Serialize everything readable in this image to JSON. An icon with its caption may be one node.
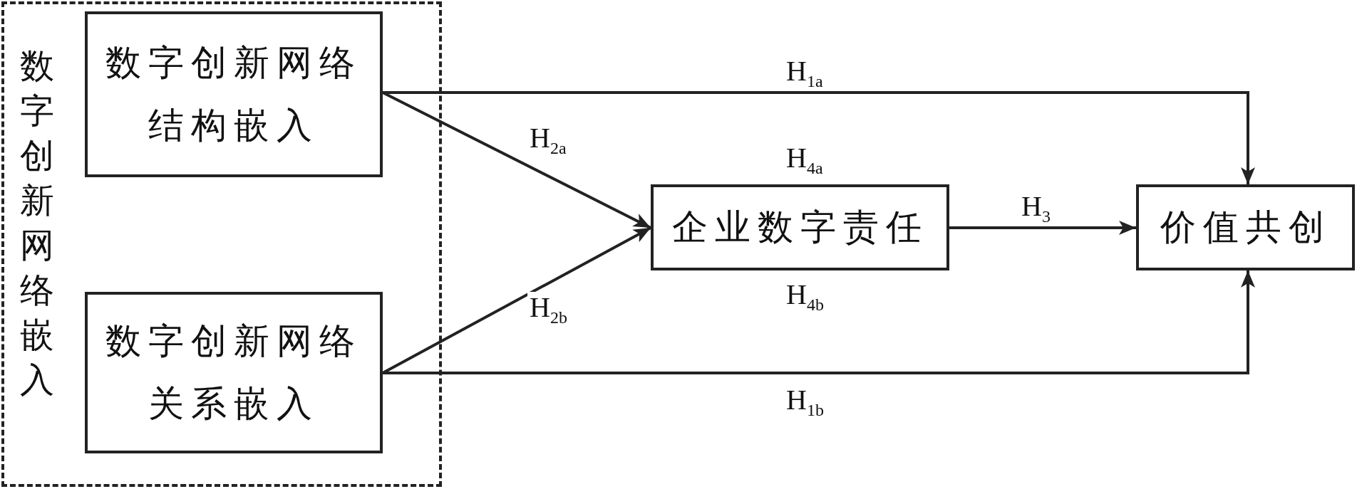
{
  "diagram": {
    "nodes": [
      {
        "text": [
          "数字创新网络嵌入"
        ]
      },
      {
        "text": [
          "数字创新网络结构嵌入"
        ],
        "in": 0
      },
      {
        "text": [
          "数字创新网络关系嵌入"
        ],
        "in": 0
      },
      {
        "text": [
          "企业数字责任"
        ],
        "beside": [
          "H$_{4a}$",
          "H$_{4b}$"
        ]
      },
      {
        "text": [
          "价值共创"
        ]
      }
    ],
    "edges": [
      {
        "from": 1,
        "to": 4,
        "arrow": "to",
        "label": "H$_{1a}$"
      },
      {
        "from": 1,
        "to": 3,
        "arrow": "to",
        "label": "H$_{2a}$"
      },
      {
        "from": 3,
        "to": 4,
        "arrow": "to",
        "label": "H$_{3}$"
      },
      {
        "from": 2,
        "to": 3,
        "arrow": "to",
        "label": "H$_{2b}$"
      },
      {
        "from": 2,
        "to": 4,
        "arrow": "to",
        "label": "H$_{1b}$"
      }
    ]
  }
}
